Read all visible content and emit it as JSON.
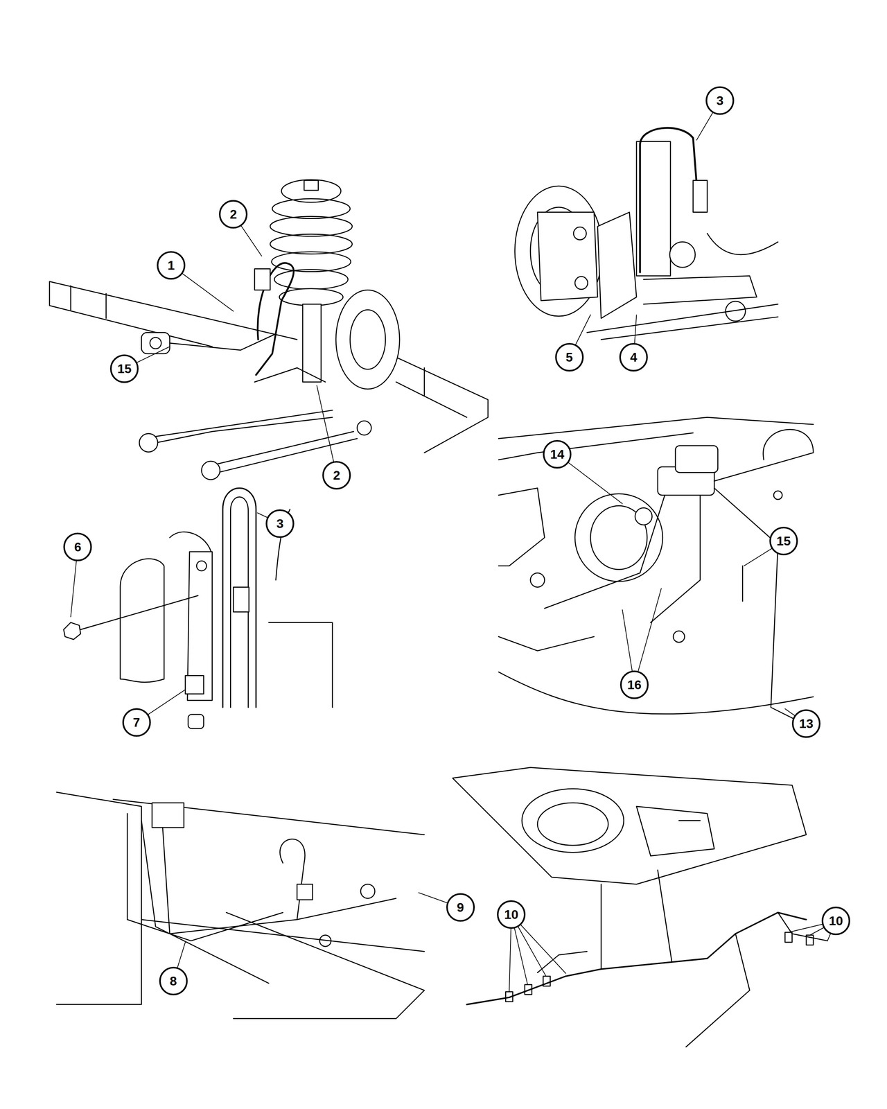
{
  "diagram": {
    "nodes": [
      {
        "text": [
          "2"
        ]
      },
      {
        "text": [
          "1"
        ]
      },
      {
        "text": [
          "15"
        ]
      },
      {
        "text": [
          "2"
        ]
      },
      {
        "text": [
          "3"
        ]
      },
      {
        "text": [
          "5"
        ]
      },
      {
        "text": [
          "4"
        ]
      },
      {
        "text": [
          "6"
        ]
      },
      {
        "text": [
          "3"
        ]
      },
      {
        "text": [
          "7"
        ]
      },
      {
        "text": [
          "14"
        ]
      },
      {
        "text": [
          "15"
        ]
      },
      {
        "text": [
          "16"
        ]
      },
      {
        "text": [
          "13"
        ]
      },
      {
        "text": [
          "9"
        ]
      },
      {
        "text": [
          "8"
        ]
      },
      {
        "text": [
          "10"
        ]
      },
      {
        "text": [
          "10"
        ]
      }
    ]
  }
}
